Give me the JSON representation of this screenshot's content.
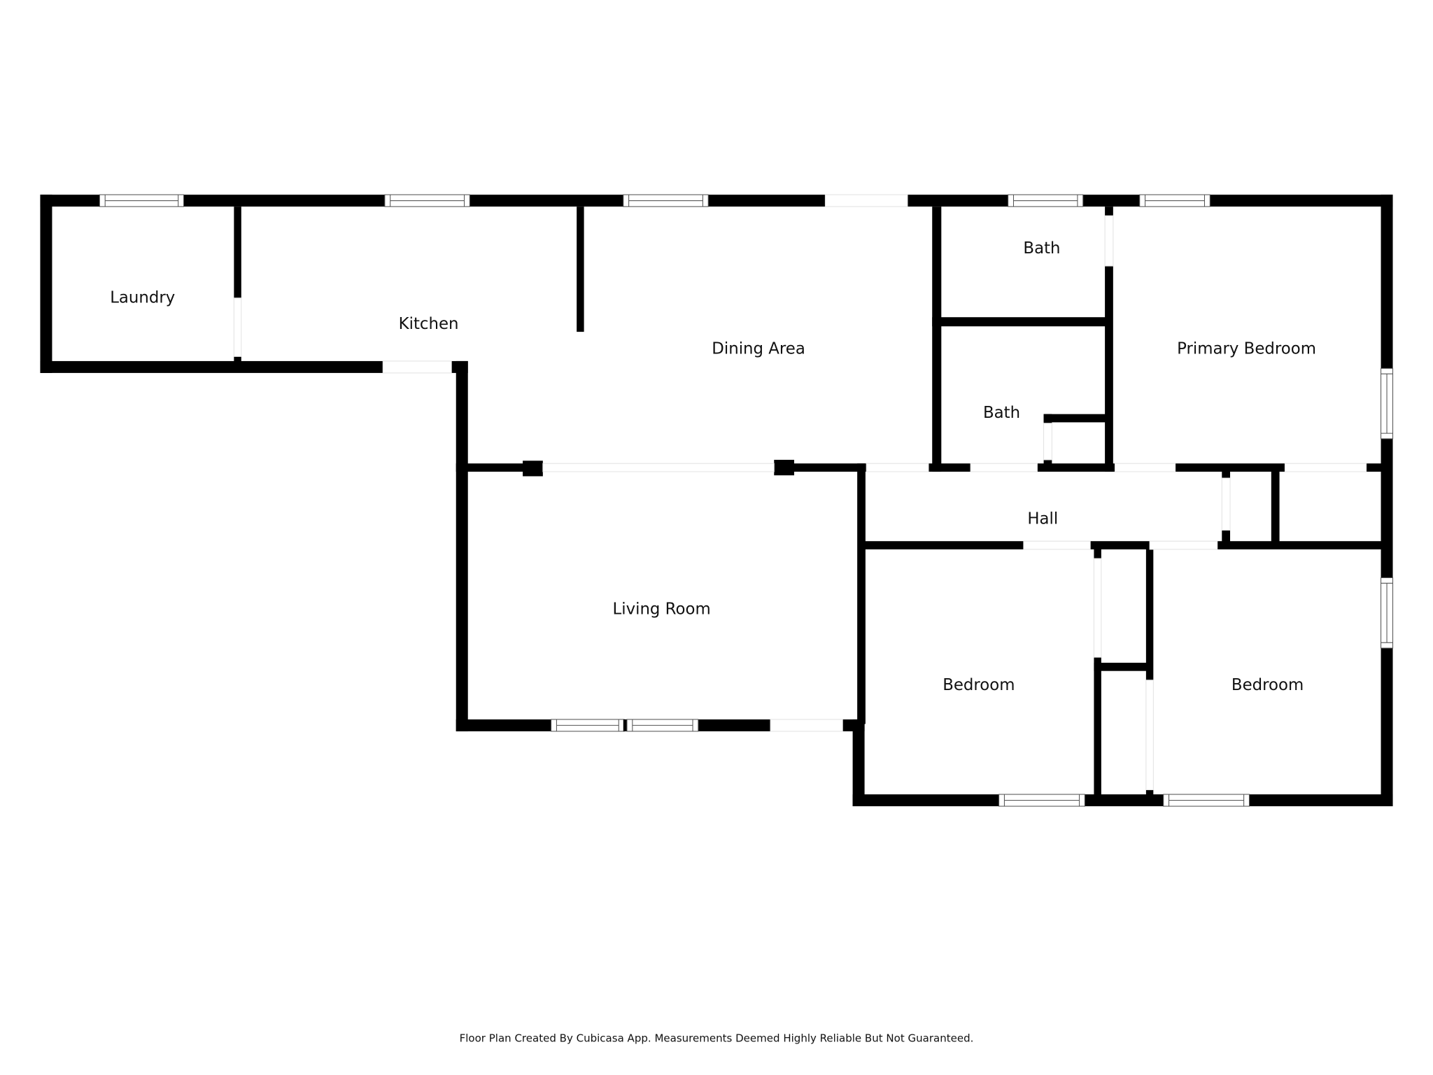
{
  "plan": {
    "rooms": {
      "laundry": "Laundry",
      "kitchen": "Kitchen",
      "dining_area": "Dining Area",
      "bath_upper": "Bath",
      "bath_lower": "Bath",
      "primary_bedroom": "Primary Bedroom",
      "hall": "Hall",
      "living_room": "Living Room",
      "bedroom_left": "Bedroom",
      "bedroom_right": "Bedroom"
    },
    "footer": "Floor Plan Created By Cubicasa App. Measurements Deemed Highly Reliable But Not Guaranteed.",
    "colors": {
      "wall": "#000000",
      "background": "#ffffff",
      "text": "#111111"
    }
  }
}
